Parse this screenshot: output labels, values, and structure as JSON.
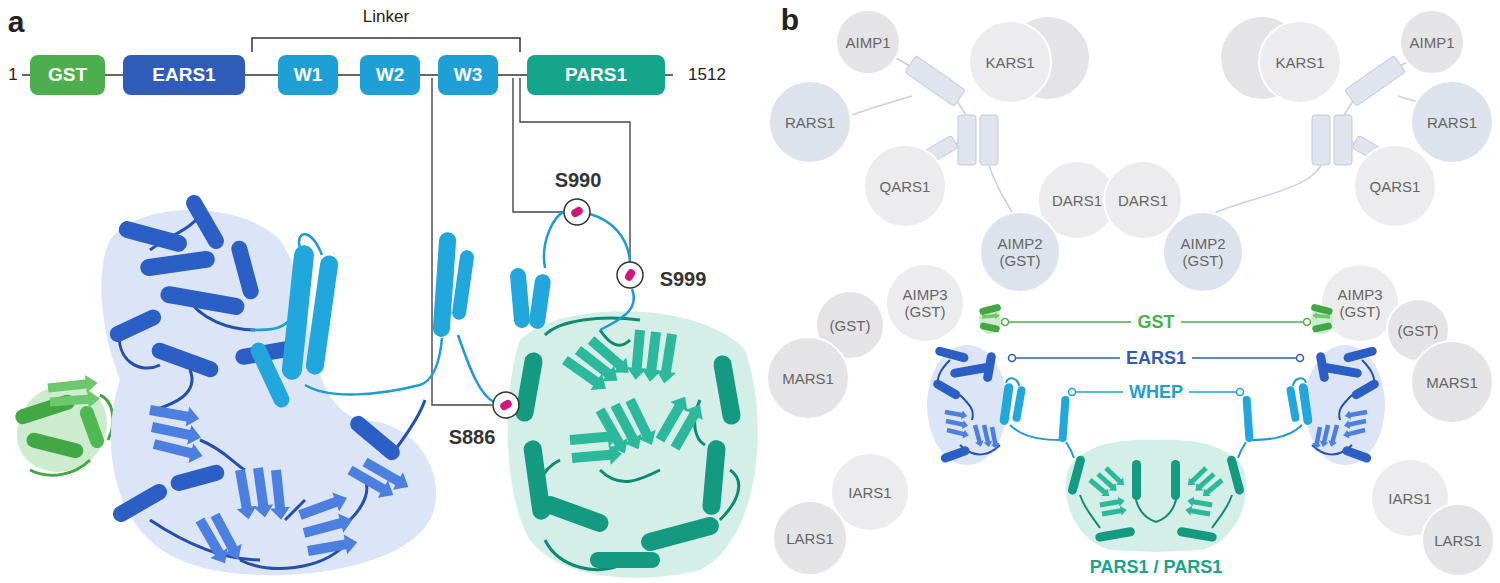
{
  "diagram": {
    "nodes": [
      {
        "text": [
          "GST"
        ]
      },
      {
        "text": [
          "EARS1"
        ]
      },
      {
        "text": [
          "W1"
        ]
      },
      {
        "text": [
          "W2"
        ]
      },
      {
        "text": [
          "W3"
        ]
      },
      {
        "text": [
          "PARS1"
        ]
      },
      {
        "text": [
          "AIMP1"
        ]
      },
      {
        "text": [
          "KARS1"
        ]
      },
      {
        "text": [
          "KARS1"
        ]
      },
      {
        "text": [
          "AIMP1"
        ]
      },
      {
        "text": [
          "RARS1"
        ]
      },
      {
        "text": [
          "RARS1"
        ]
      },
      {
        "text": [
          "QARS1"
        ]
      },
      {
        "text": [
          "QARS1"
        ]
      },
      {
        "text": [
          "DARS1"
        ]
      },
      {
        "text": [
          "DARS1"
        ]
      },
      {
        "text": [
          "AIMP2 (GST)"
        ]
      },
      {
        "text": [
          "AIMP2 (GST)"
        ]
      },
      {
        "text": [
          "AIMP3 (GST)"
        ]
      },
      {
        "text": [
          "(GST)"
        ]
      },
      {
        "text": [
          "AIMP3 (GST)"
        ]
      },
      {
        "text": [
          "(GST)"
        ]
      },
      {
        "text": [
          "MARS1"
        ]
      },
      {
        "text": [
          "MARS1"
        ]
      },
      {
        "text": [
          "IARS1"
        ]
      },
      {
        "text": [
          "IARS1"
        ]
      },
      {
        "text": [
          "LARS1"
        ]
      },
      {
        "text": [
          "LARS1"
        ]
      }
    ],
    "edges": [
      {
        "from": 0,
        "to": 1,
        "arrow": "none"
      },
      {
        "from": 1,
        "to": 2,
        "arrow": "none"
      },
      {
        "from": 2,
        "to": 3,
        "arrow": "none"
      },
      {
        "from": 3,
        "to": 4,
        "arrow": "none"
      },
      {
        "from": 4,
        "to": 5,
        "arrow": "none"
      }
    ],
    "labels": [
      "a",
      "Linker",
      "1",
      "1512",
      "S990",
      "S999",
      "S886",
      "b",
      "GST",
      "EARS1",
      "WHEP",
      "PARS1 / PARS1"
    ]
  }
}
